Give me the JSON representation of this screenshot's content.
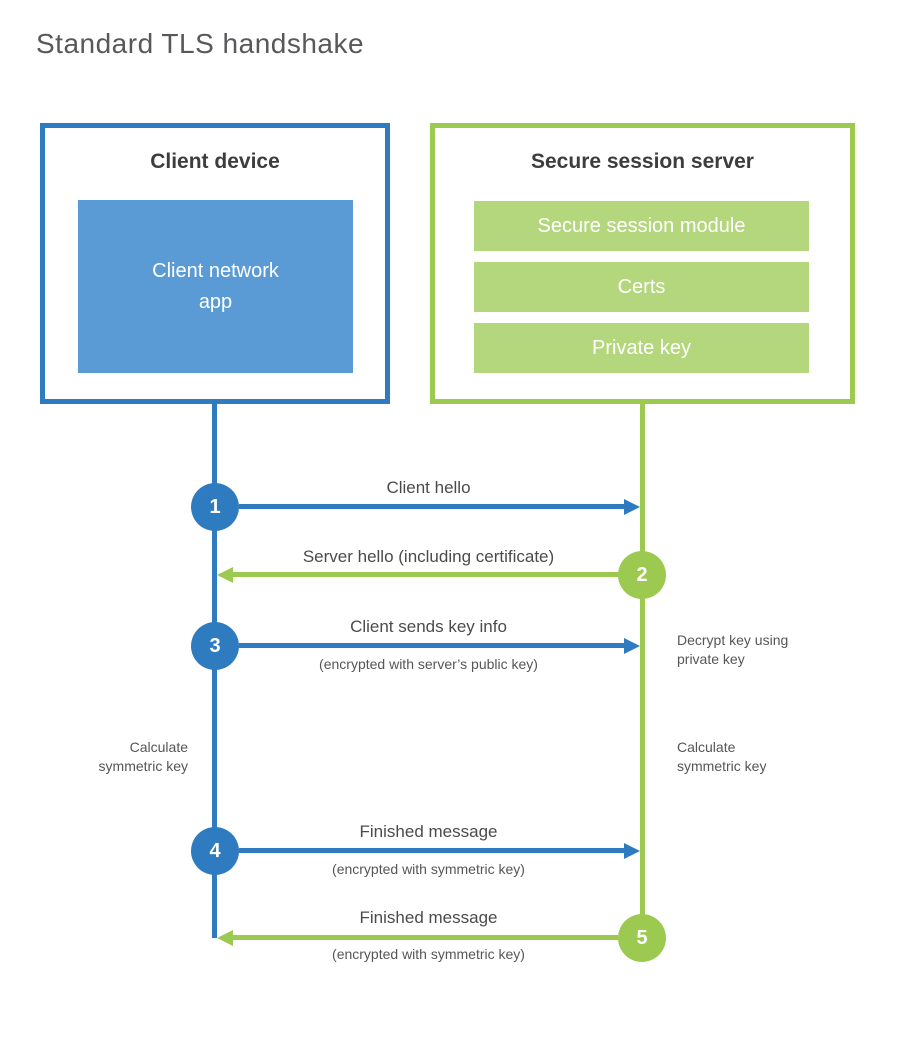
{
  "title": "Standard TLS handshake",
  "colors": {
    "blue": "#2f7bbf",
    "blue_fill": "#5b9bd5",
    "green": "#9cc94f",
    "green_fill": "#b4d77d"
  },
  "client": {
    "title": "Client device",
    "app_line1": "Client network",
    "app_line2": "app"
  },
  "server": {
    "title": "Secure session server",
    "modules": [
      "Secure session module",
      "Certs",
      "Private key"
    ]
  },
  "steps": [
    {
      "num": "1",
      "label": "Client hello",
      "sublabel": "",
      "direction": "client-to-server"
    },
    {
      "num": "2",
      "label": "Server hello (including certificate)",
      "sublabel": "",
      "direction": "server-to-client"
    },
    {
      "num": "3",
      "label": "Client sends key info",
      "sublabel": "(encrypted with server’s public key)",
      "direction": "client-to-server"
    },
    {
      "num": "4",
      "label": "Finished message",
      "sublabel": "(encrypted with symmetric key)",
      "direction": "client-to-server"
    },
    {
      "num": "5",
      "label": "Finished message",
      "sublabel": "(encrypted with symmetric key)",
      "direction": "server-to-client"
    }
  ],
  "annotations": {
    "client_calculate": {
      "line1": "Calculate",
      "line2": "symmetric key"
    },
    "server_decrypt": {
      "line1": "Decrypt key using",
      "line2": "private key"
    },
    "server_calculate": {
      "line1": "Calculate",
      "line2": "symmetric key"
    }
  }
}
